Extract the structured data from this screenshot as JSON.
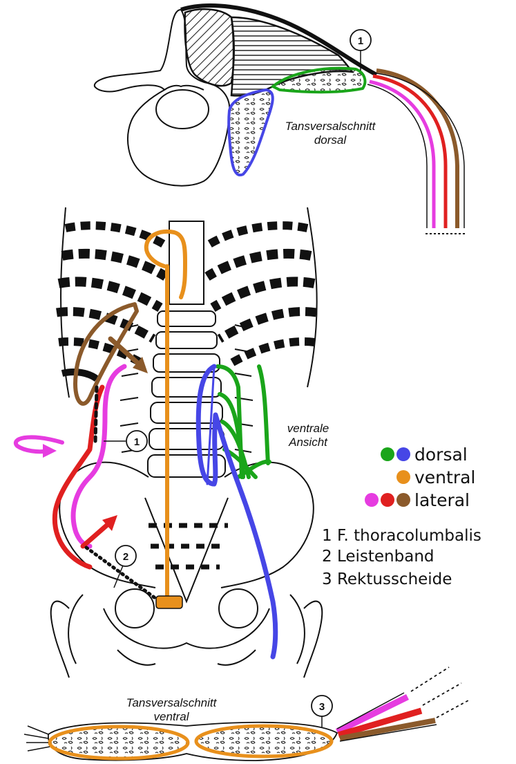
{
  "colors": {
    "green": "#1aa51a",
    "blue": "#4646e6",
    "orange": "#e8901c",
    "magenta": "#e63ce0",
    "red": "#e02020",
    "brown": "#8b5a2b"
  },
  "labels": {
    "top_section_line1": "Tansversalschnitt",
    "top_section_line2": "dorsal",
    "view_line1": "ventrale",
    "view_line2": "Ansicht",
    "bottom_section_line1": "Tansversalschnitt",
    "bottom_section_line2": "ventral"
  },
  "markers": {
    "top_fascia": "1",
    "front_fascia": "1",
    "inguinal": "2",
    "rectus": "3"
  },
  "legend": {
    "dorsal": "dorsal",
    "ventral": "ventral",
    "lateral": "lateral"
  },
  "notes": {
    "n1": "1 F. thoracolumbalis",
    "n2": "2 Leistenband",
    "n3": "3 Rektusscheide"
  }
}
